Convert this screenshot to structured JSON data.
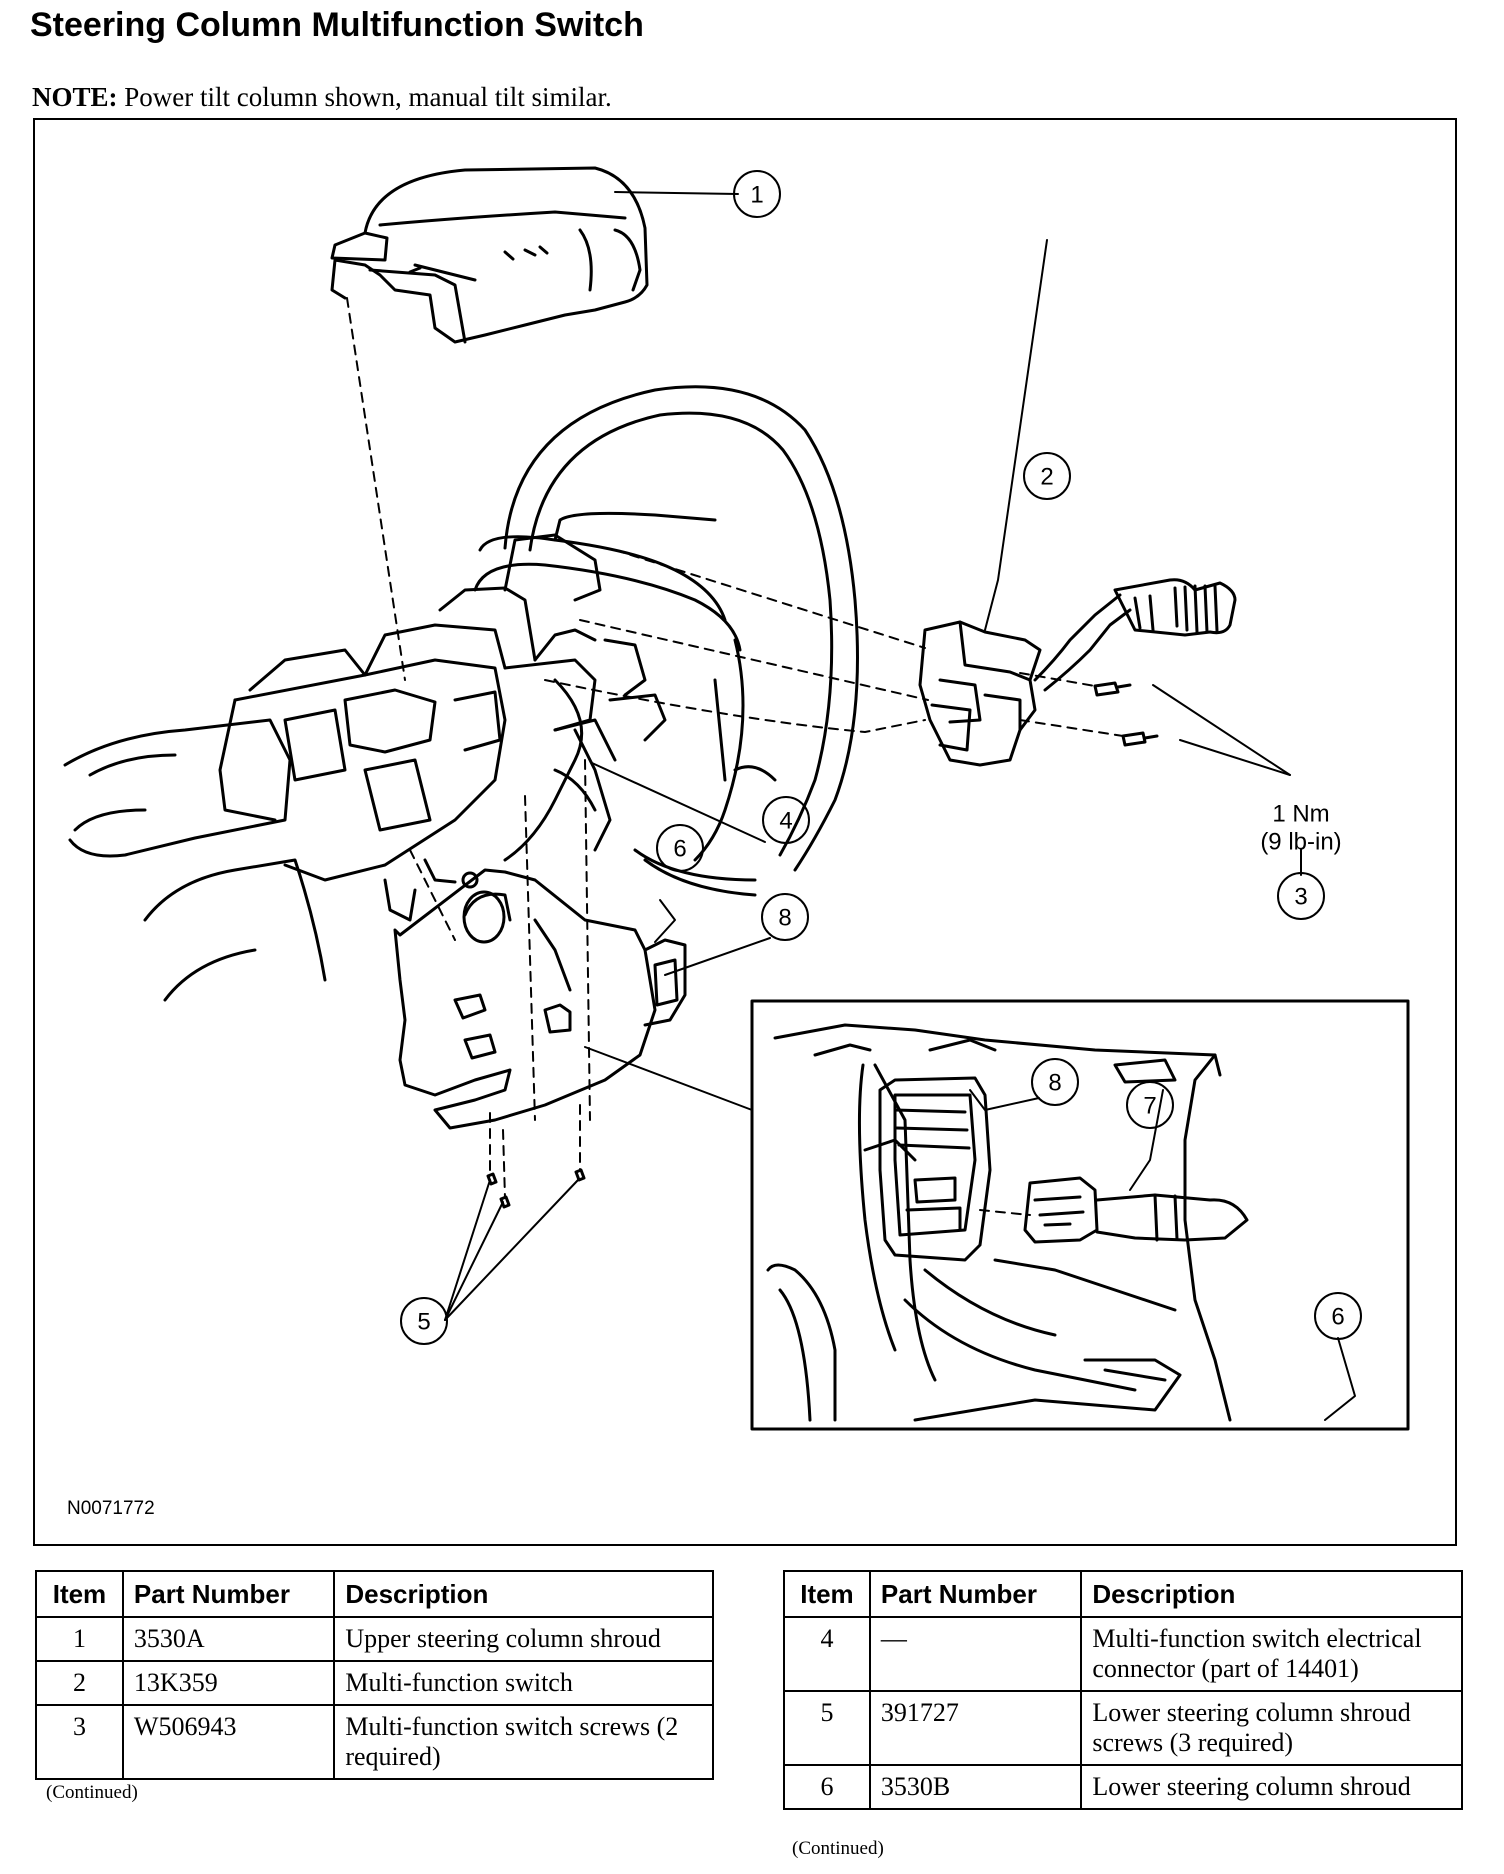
{
  "title": "Steering Column Multifunction Switch",
  "note": {
    "label": "NOTE:",
    "text": "Power tilt column shown, manual tilt similar."
  },
  "figure": {
    "id": "N0071772",
    "torque_line1": "1 Nm",
    "torque_line2": "(9 lb-in)",
    "callouts": [
      "1",
      "2",
      "3",
      "4",
      "5",
      "6",
      "7",
      "8"
    ]
  },
  "table_headers": {
    "item": "Item",
    "part_number": "Part Number",
    "description": "Description"
  },
  "table_left": [
    {
      "item": "1",
      "part": "3530A",
      "desc": "Upper steering column shroud"
    },
    {
      "item": "2",
      "part": "13K359",
      "desc": "Multi-function switch"
    },
    {
      "item": "3",
      "part": "W506943",
      "desc": "Multi-function switch screws (2 required)"
    }
  ],
  "table_right": [
    {
      "item": "4",
      "part": "—",
      "desc": "Multi-function switch electrical connector (part of 14401)"
    },
    {
      "item": "5",
      "part": "391727",
      "desc": "Lower steering column shroud screws (3 required)"
    },
    {
      "item": "6",
      "part": "3530B",
      "desc": "Lower steering column shroud"
    }
  ],
  "continued": "(Continued)"
}
